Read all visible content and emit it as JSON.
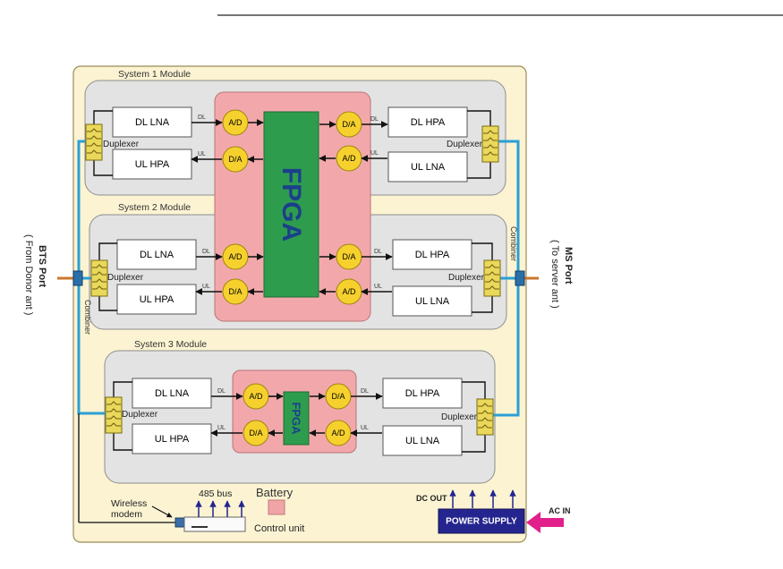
{
  "modules": [
    {
      "title": "System 1  Module",
      "left": {
        "top_box": "DL LNA",
        "bottom_box": "UL HPA",
        "filter": "Duplexer"
      },
      "right": {
        "top_box": "DL HPA",
        "bottom_box": "UL LNA",
        "filter": "Duplexer"
      }
    },
    {
      "title": "System 2  Module",
      "left": {
        "top_box": "DL LNA",
        "bottom_box": "UL HPA",
        "filter": "Duplexer"
      },
      "right": {
        "top_box": "DL HPA",
        "bottom_box": "UL LNA",
        "filter": "Duplexer"
      }
    },
    {
      "title": "System 3  Module",
      "left": {
        "top_box": "DL LNA",
        "bottom_box": "UL HPA",
        "filter": "Duplexer"
      },
      "right": {
        "top_box": "DL HPA",
        "bottom_box": "UL LNA",
        "filter": "Duplexer"
      }
    }
  ],
  "fpga_label": "FPGA",
  "converters": {
    "ad": "A/D",
    "da": "D/A"
  },
  "signal_labels": {
    "dl": "DL",
    "ul": "UL"
  },
  "combiner_label": "Combiner",
  "bts_port": {
    "title": "BTS Port",
    "subtitle": "( From Donor ant )"
  },
  "ms_port": {
    "title": "MS Port",
    "subtitle": "( To server ant )"
  },
  "bottom": {
    "wireless_modem": [
      "Wireless",
      "modem"
    ],
    "bus": "485 bus",
    "battery": "Battery",
    "control_unit": "Control unit",
    "dc_out": "DC OUT",
    "power_supply": "POWER SUPPLY",
    "ac_in": "AC IN"
  },
  "colors": {
    "enclosure": "#fbf3d2",
    "module_panel": "#e3e3e3",
    "fpga_panel": "#f2a8ab",
    "fpga_chip": "#2e9c4d",
    "fpga_text": "#1b3f8c",
    "converter": "#f6d12e",
    "duplexer": "#e9d85a",
    "rf_line": "#2b9fd6",
    "port_feed": "#c9772e",
    "power_supply": "#25258f",
    "ac_arrow": "#e2208a",
    "battery": "#f0a4a6"
  }
}
